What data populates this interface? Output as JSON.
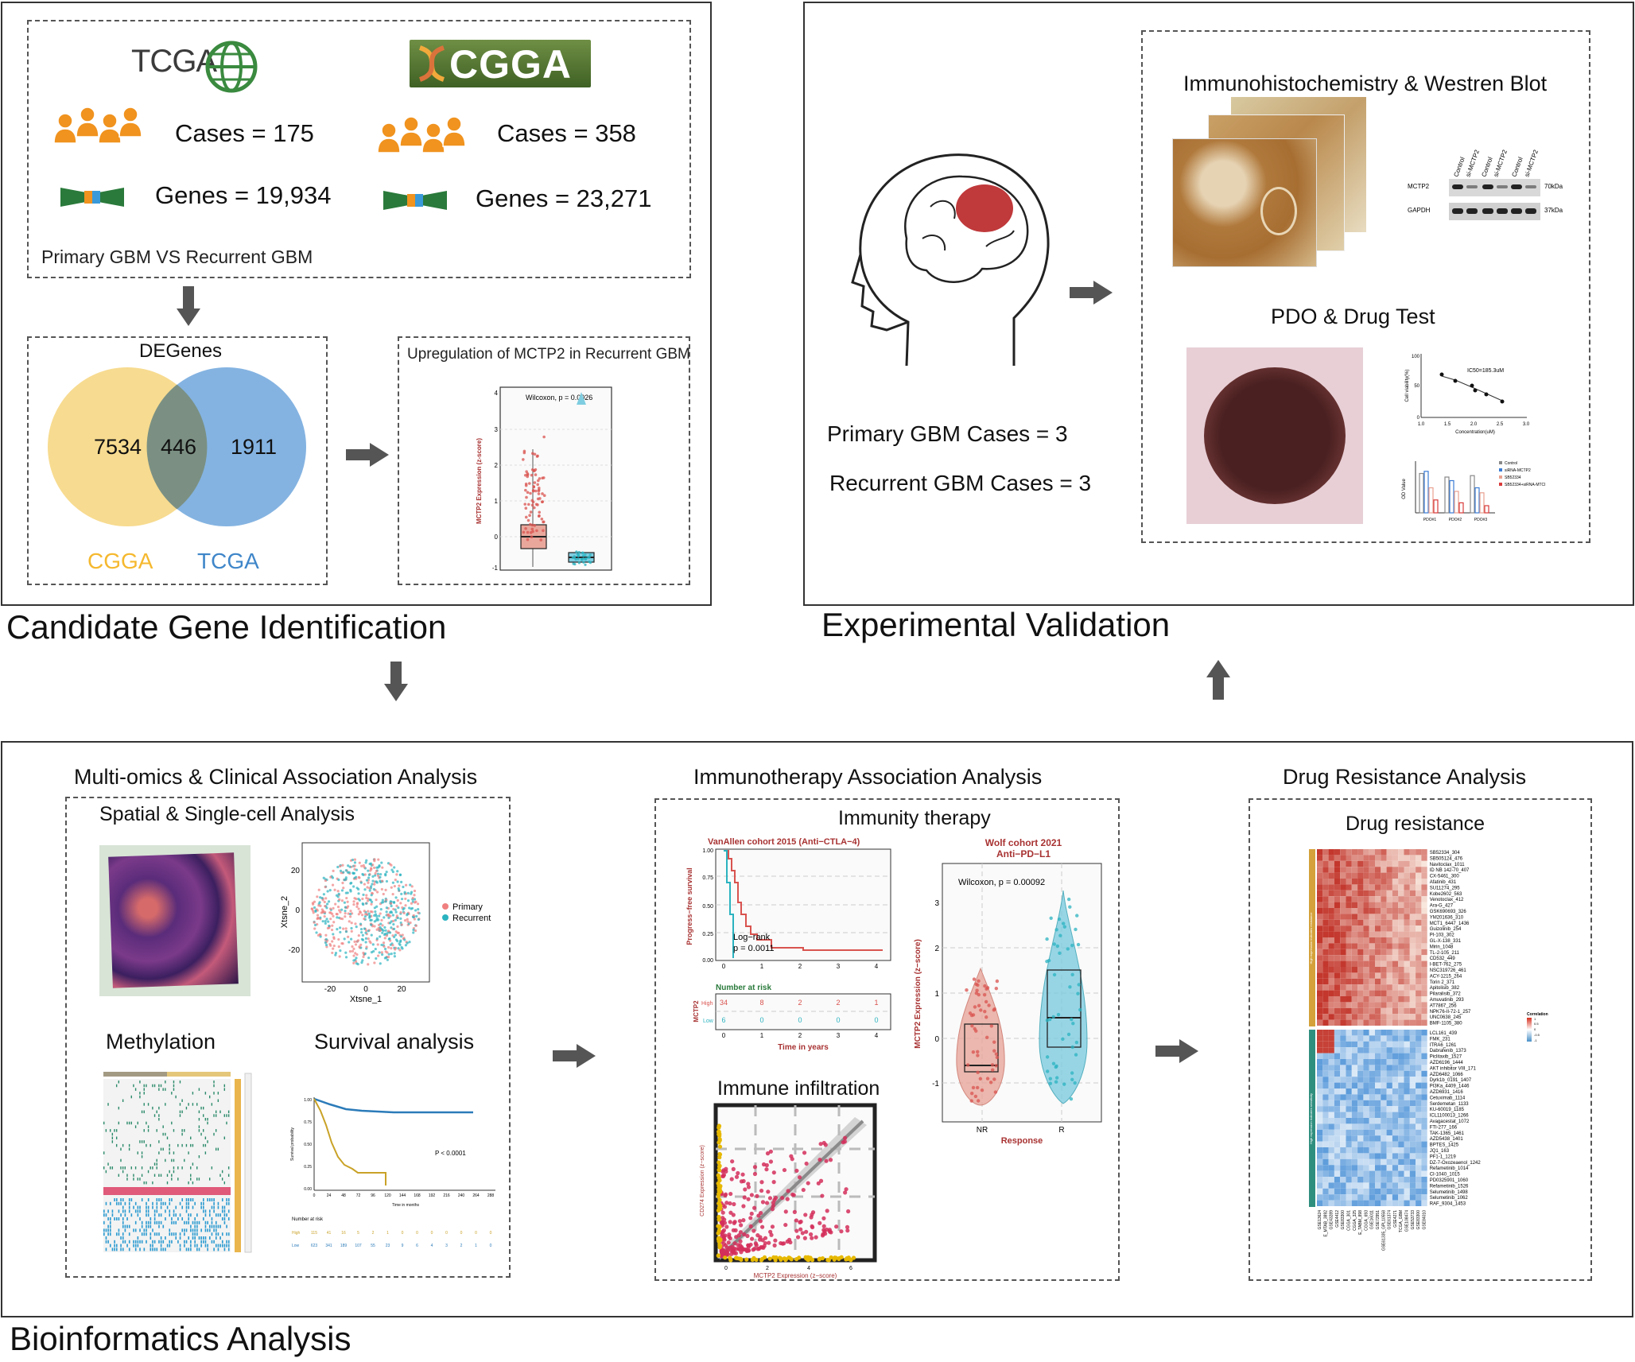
{
  "colors": {
    "cgga_yellow": "#f5c542",
    "tcga_blue": "#4f8fd1",
    "overlap": "#7b9083",
    "primary_red": "#d9534f",
    "recurrent_cyan": "#2bb3c0",
    "heat_red": "#d7301f",
    "heat_blue": "#4a90c8",
    "brain_tumor": "#c0393b",
    "arrow_gray": "#555555",
    "tcga_green": "#3a8a3f"
  },
  "sections": {
    "candidate": "Candidate Gene Identification",
    "experimental": "Experimental Validation",
    "bioinformatics": "Bioinformatics Analysis"
  },
  "datasets": {
    "tcga_logo": "TCGA",
    "cgga_logo": "CGGA",
    "tcga_cases": "Cases = 175",
    "tcga_genes": "Genes = 19,934",
    "cgga_cases": "Cases = 358",
    "cgga_genes": "Genes = 23,271",
    "comparison": "Primary GBM VS Recurrent GBM"
  },
  "venn": {
    "title": "DEGenes",
    "left_label": "CGGA",
    "right_label": "TCGA",
    "left_only": 7534,
    "overlap": 446,
    "right_only": 1911
  },
  "upregulation": {
    "title": "Upregulation of MCTP2 in Recurrent GBM",
    "stat": "Wilcoxon, p = 0.0026",
    "ylabel": "MCTP2 Expression (z-score)",
    "yticks": [
      "4",
      "3",
      "2",
      "1",
      "0",
      "-1"
    ]
  },
  "experimental": {
    "ihc_title": "Immunohistochemistry & Westren Blot",
    "pdo_title": "PDO & Drug Test",
    "primary_cases": "Primary GBM Cases = 3",
    "recurrent_cases": "Recurrent GBM Cases = 3",
    "wb_lanes": [
      "Control",
      "si-MCTP2",
      "Control",
      "si-MCTP2",
      "Control",
      "si-MCTP2"
    ],
    "wb_rows": [
      "MCTP2",
      "GAPDH"
    ],
    "wb_sizes": [
      "70kDa",
      "37kDa"
    ],
    "ic50": "IC50=185.3uM",
    "ic50_ylabel": "Cell viability(%)",
    "ic50_xlabel": "Concentration(uM)",
    "ic50_yticks": [
      "100",
      "50",
      "0"
    ],
    "ic50_xticks": [
      "1.0",
      "1.5",
      "2.0",
      "2.5",
      "3.0"
    ],
    "bar_legend": [
      "Control",
      "siRNA-MCTP2",
      "SB52334",
      "SB52334+siRNA-MTCI"
    ],
    "bar_ylabel": "OD Value",
    "bar_groups": [
      "PDO#1",
      "PDO#2",
      "PDO#3"
    ]
  },
  "multiomics": {
    "title": "Multi-omics & Clinical Association Analysis",
    "spatial_title": "Spatial & Single-cell Analysis",
    "tsne_x": "Xtsne_1",
    "tsne_y": "Xtsne_2",
    "tsne_xticks": [
      "-20",
      "0",
      "20"
    ],
    "tsne_yticks": [
      "20",
      "0",
      "-20"
    ],
    "legend_primary": "Primary",
    "legend_recurrent": "Recurrent",
    "methylation_title": "Methylation",
    "survival_title": "Survival analysis",
    "survival_p": "P < 0.0001",
    "survival_ylabel": "Survival probability",
    "survival_xlabel": "Time in months",
    "survival_yticks": [
      "1.00",
      "0.75",
      "0.50",
      "0.25",
      "0.00"
    ],
    "survival_xticks": [
      "0",
      "24",
      "48",
      "72",
      "96",
      "120",
      "144",
      "168",
      "192",
      "216",
      "240",
      "264",
      "288"
    ],
    "risk_title": "Number at risk",
    "risk_high_label": "High",
    "risk_low_label": "Low",
    "risk_high": [
      "115",
      "41",
      "16",
      "5",
      "2",
      "1",
      "0",
      "0",
      "0",
      "0",
      "0",
      "0",
      "0"
    ],
    "risk_low": [
      "623",
      "341",
      "189",
      "107",
      "55",
      "23",
      "9",
      "6",
      "4",
      "3",
      "2",
      "1",
      "0"
    ]
  },
  "immuno": {
    "title": "Immunotherapy Association Analysis",
    "therapy_title": "Immunity therapy",
    "km_title": "VanAllen cohort 2015 (Anti−CTLA−4)",
    "km_ylabel": "Progress−free survival",
    "km_yticks": [
      "1.00",
      "0.75",
      "0.50",
      "0.25",
      "0.00"
    ],
    "km_xticks": [
      "0",
      "1",
      "2",
      "3",
      "4"
    ],
    "logrank": "Log−rank",
    "logrank_p": "p = 0.0011",
    "risk_title": "Number at risk",
    "risk_var": "MCTP2",
    "risk_high_label": "High",
    "risk_low_label": "Low",
    "risk_high": [
      "34",
      "8",
      "2",
      "2",
      "1"
    ],
    "risk_low": [
      "6",
      "0",
      "0",
      "0",
      "0"
    ],
    "km_xlabel": "Time in years",
    "wolf_title": "Wolf cohort 2021",
    "wolf_subtitle": "Anti−PD−L1",
    "wolf_stat": "Wilcoxon, p = 0.00092",
    "wolf_ylabel": "MCTP2 Expression (z−score)",
    "wolf_yticks": [
      "3",
      "2",
      "1",
      "0",
      "-1"
    ],
    "wolf_xcats": [
      "NR",
      "R"
    ],
    "wolf_xlabel": "Response",
    "infiltration_title": "Immune infiltration",
    "infiltration_ylabel": "CD274 Expression (z−score)",
    "infiltration_xlabel": "MCTP2 Expression (z−score)",
    "infiltration_xticks": [
      "0",
      "2",
      "4",
      "6"
    ]
  },
  "drug": {
    "title": "Drug Resistance Analysis",
    "heat_title": "Drug resistance",
    "side_high": "High expression indicates resistance",
    "side_low": "High expression indicates sensitivity",
    "legend_title": "Correlation",
    "legend_ticks": [
      "1",
      "0.5",
      "0",
      "-0.5",
      "-1"
    ],
    "drugs_top": [
      "SB52334_304",
      "SB505124_476",
      "Navitoclax_1011",
      "ID NB 142-70_407",
      "CX-5461_300",
      "Afatinib_431",
      "SU11274_295",
      "Kobe2602_563",
      "Venotoclax_412",
      "Ara-G_427",
      "GSK690693_326",
      "YM201636_310",
      "MCT1_6447_1436",
      "Guizolinib_254",
      "PI-103_302",
      "GL-X-138_331",
      "Mirin_1048",
      "TL-2-105_211",
      "CD532_449",
      "I-BET-762_275",
      "NSC319726_461",
      "ACY-1215_264",
      "Torin 2_371",
      "Apitolisib_382",
      "Pilaralisib_372",
      "Amuvatinib_293",
      "AT7867_256",
      "NPK76-II-72-1_257",
      "UNC0638_245",
      "BMF-1105_380"
    ],
    "drugs_bottom": [
      "LCL161_439",
      "FMK_231",
      "ITRA6_1261",
      "Dabrafenib_1373",
      "Piclitaxib_1527",
      "AZD6196_1444",
      "AKT inhibitor VIII_171",
      "AZD6482_1066",
      "Dyrk1b_0191_1407",
      "PI3Ka_4409_1446",
      "AZD6931_1416",
      "Cetuximab_1114",
      "Serdemetan_1133",
      "KU-60019_1185",
      "ICL1100013_1266",
      "Avagacestat_1072",
      "FTI-277_166",
      "TAK-1365_1461",
      "AZD5438_1401",
      "BPTES_1425",
      "JQ1_163",
      "PF1-1_1219",
      "DZ-7-Oxozeaenol_1242",
      "Refametinib_1014",
      "CI-1040_1015",
      "PD0325901_1060",
      "Refametinib_1526",
      "Selumetinib_1498",
      "Selumetinib_1062",
      "RAF_9304_1453"
    ],
    "datasets": [
      "GSE13624",
      "E_MTAB_3892",
      "GSE43289",
      "GSE4412",
      "GSE83300",
      "CGGA_301",
      "CGGA_325",
      "E_TABM_898",
      "CGGA_693",
      "GSE16011",
      "GSE72951",
      "GSE61335_GPL10558",
      "GSE61374",
      "GSE4271",
      "TCGA_GBM",
      "GSE108474",
      "GSE53733",
      "GSE83300",
      "GSE84010"
    ]
  }
}
